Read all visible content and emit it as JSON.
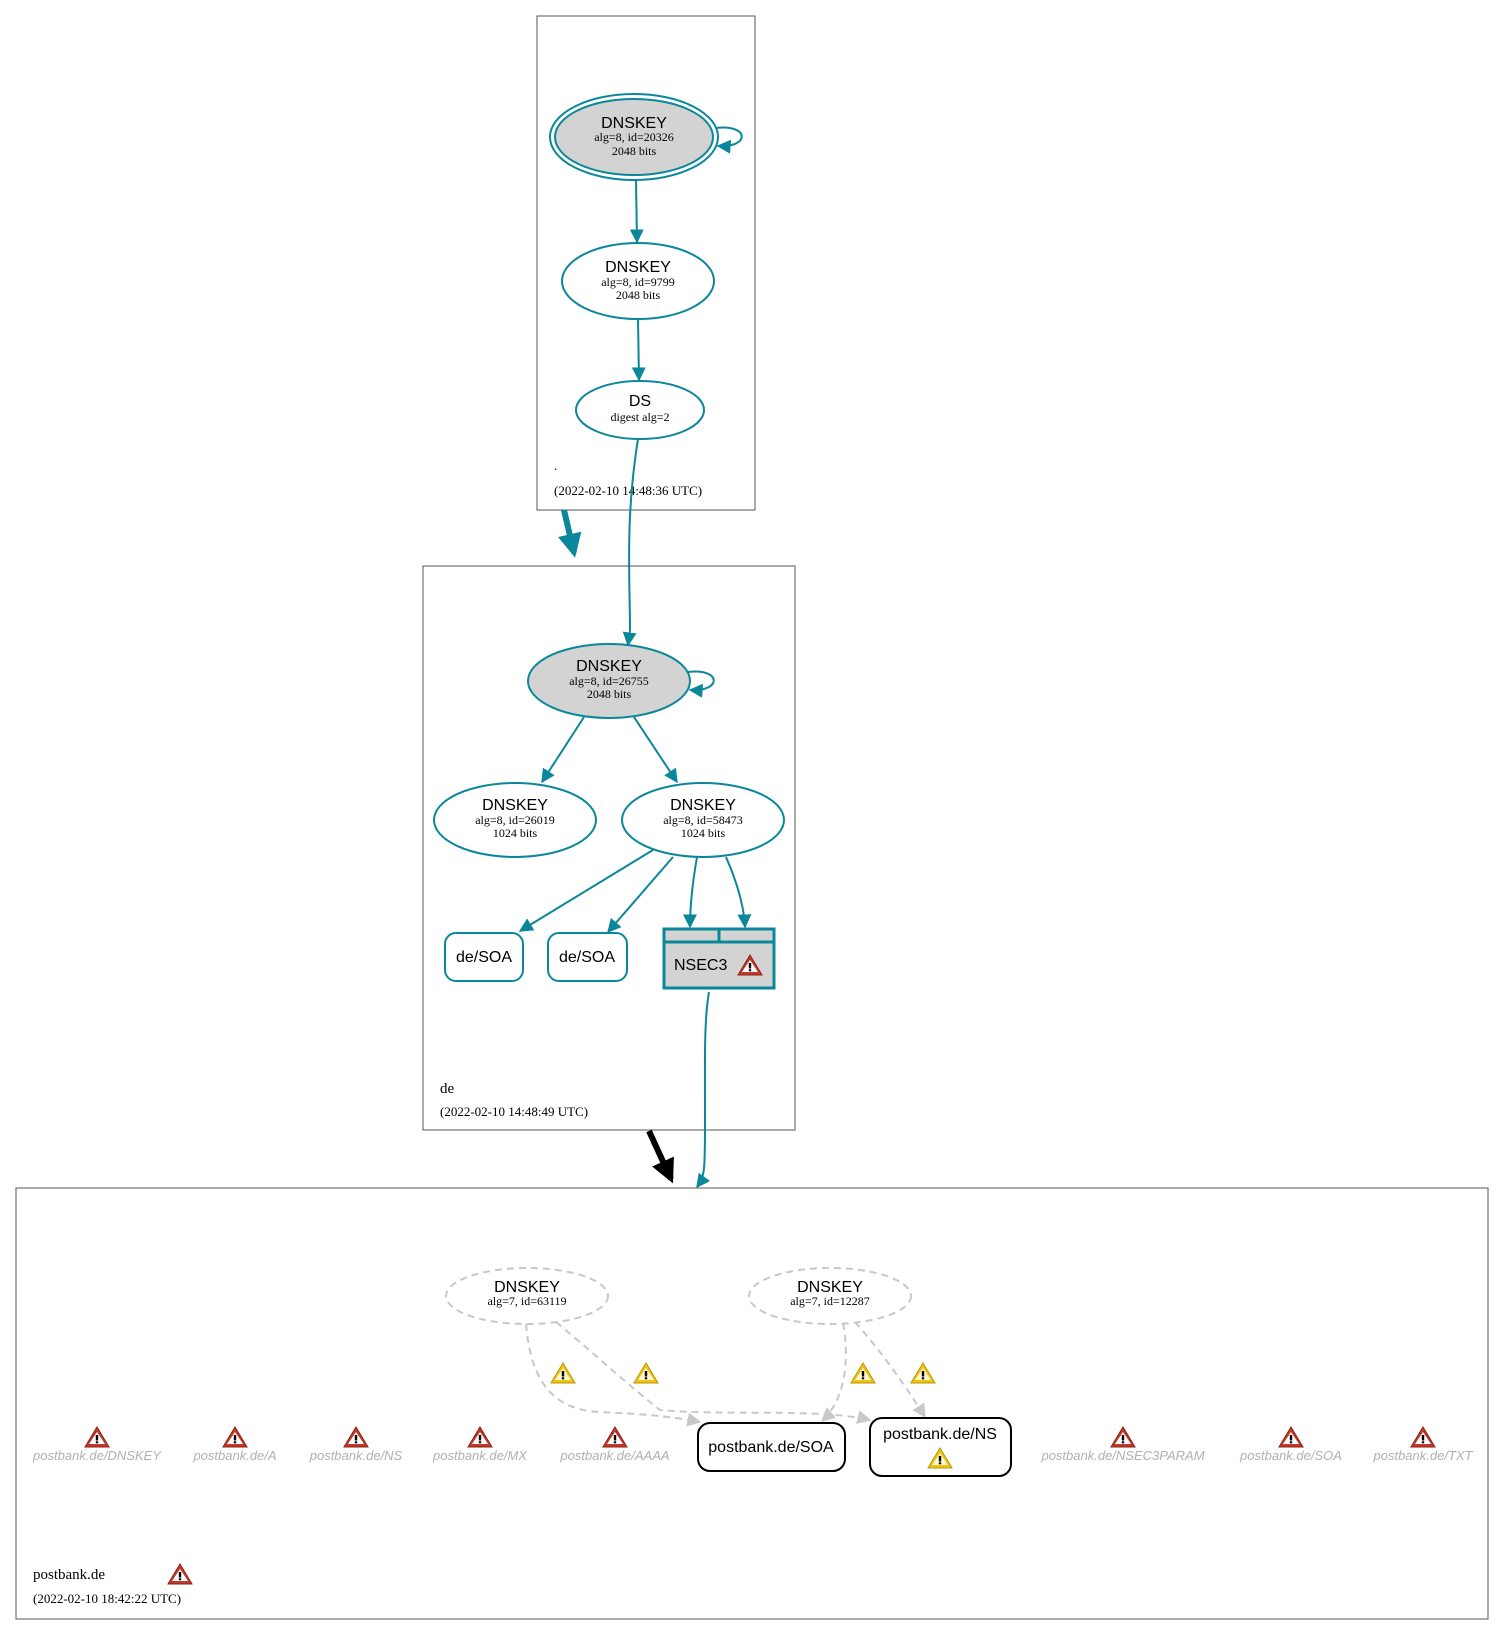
{
  "colors": {
    "teal": "#0a879a",
    "gray_fill": "#d3d3d3",
    "dashed": "#c8c8c8",
    "cluster_border": "#555555",
    "error_red": "#c0392b",
    "warning_yellow": "#f1c40f",
    "muted_text": "#b0b0b0"
  },
  "zones": {
    "root": {
      "name": ".",
      "timestamp": "(2022-02-10 14:48:36 UTC)"
    },
    "de": {
      "name": "de",
      "timestamp": "(2022-02-10 14:48:49 UTC)"
    },
    "postbank": {
      "name": "postbank.de",
      "timestamp": "(2022-02-10 18:42:22 UTC)"
    }
  },
  "nodes": {
    "root_ksk": {
      "title": "DNSKEY",
      "line1": "alg=8, id=20326",
      "line2": "2048 bits"
    },
    "root_zsk": {
      "title": "DNSKEY",
      "line1": "alg=8, id=9799",
      "line2": "2048 bits"
    },
    "root_ds": {
      "title": "DS",
      "line1": "digest alg=2"
    },
    "de_ksk": {
      "title": "DNSKEY",
      "line1": "alg=8, id=26755",
      "line2": "2048 bits"
    },
    "de_zsk1": {
      "title": "DNSKEY",
      "line1": "alg=8, id=26019",
      "line2": "1024 bits"
    },
    "de_zsk2": {
      "title": "DNSKEY",
      "line1": "alg=8, id=58473",
      "line2": "1024 bits"
    },
    "de_soa1": {
      "label": "de/SOA"
    },
    "de_soa2": {
      "label": "de/SOA"
    },
    "de_nsec3": {
      "label": "NSEC3"
    },
    "pb_key1": {
      "title": "DNSKEY",
      "line1": "alg=7, id=63119"
    },
    "pb_key2": {
      "title": "DNSKEY",
      "line1": "alg=7, id=12287"
    },
    "pb_soa": {
      "label": "postbank.de/SOA"
    },
    "pb_ns": {
      "label": "postbank.de/NS"
    }
  },
  "error_rrsets": [
    "postbank.de/DNSKEY",
    "postbank.de/A",
    "postbank.de/NS",
    "postbank.de/MX",
    "postbank.de/AAAA",
    "postbank.de/NSEC3PARAM",
    "postbank.de/SOA",
    "postbank.de/TXT"
  ]
}
